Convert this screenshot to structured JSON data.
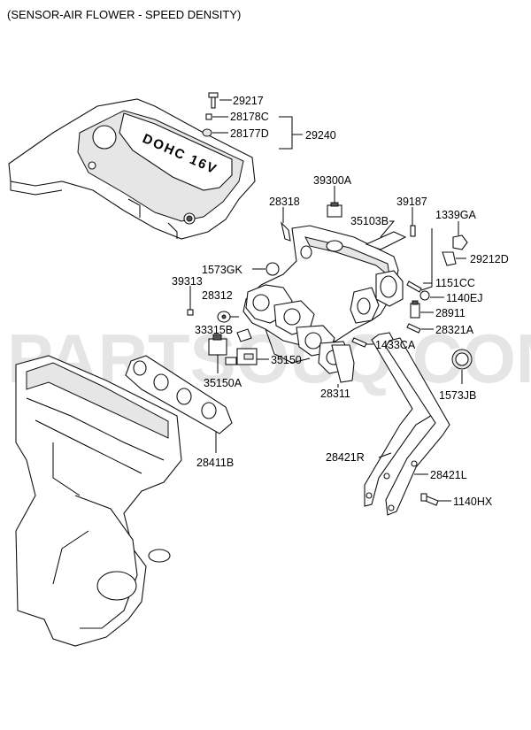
{
  "title": "(SENSOR-AIR FLOWER - SPEED DENSITY)",
  "watermark": "PARTSOUQ.COM",
  "cover_badge": "DOHC 16V",
  "labels": {
    "p29217": "29217",
    "p28178C": "28178C",
    "p28177D": "28177D",
    "p29240": "29240",
    "p39300A": "39300A",
    "p28318": "28318",
    "p39187": "39187",
    "p35103B": "35103B",
    "p1339GA": "1339GA",
    "p29212D": "29212D",
    "p1573GK": "1573GK",
    "p39313": "39313",
    "p28312": "28312",
    "p1151CC": "1151CC",
    "p1140EJ": "1140EJ",
    "p28911": "28911",
    "p28321A": "28321A",
    "p33315B": "33315B",
    "p1433CA": "1433CA",
    "p35150": "35150",
    "p35150A": "35150A",
    "p28311": "28311",
    "p1573JB": "1573JB",
    "p28411B": "28411B",
    "p28421R": "28421R",
    "p28421L": "28421L",
    "p1140HX": "1140HX"
  }
}
